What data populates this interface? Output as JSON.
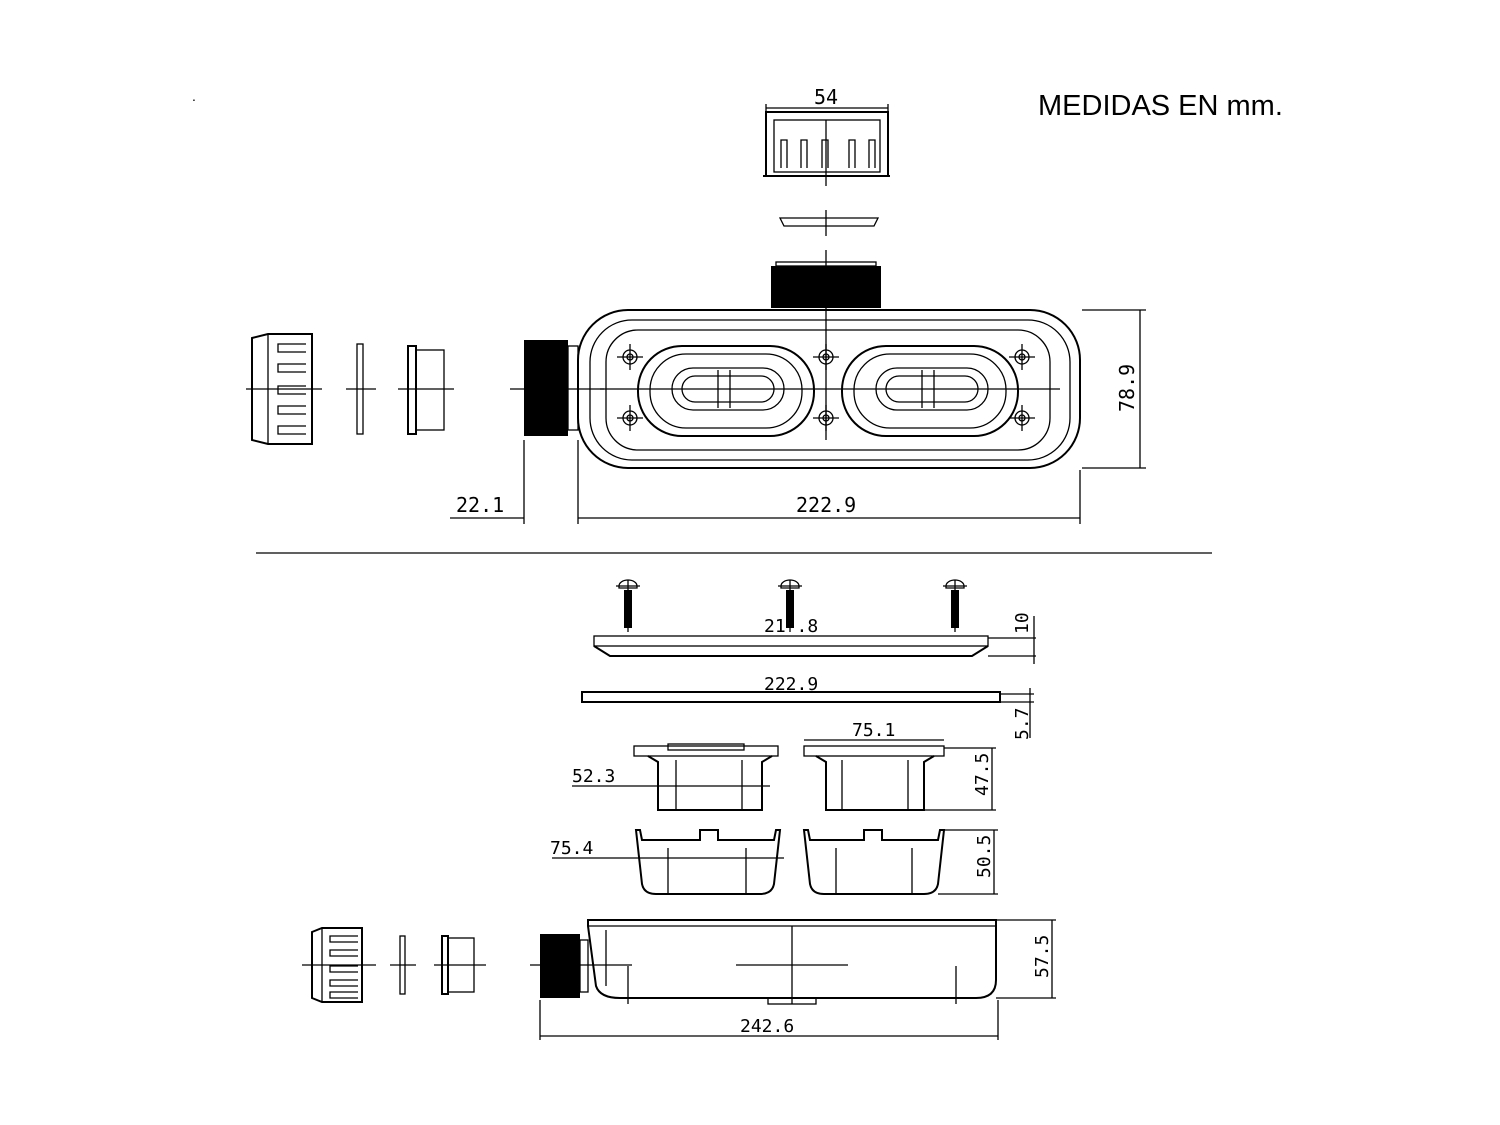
{
  "header": {
    "units_note": "MEDIDAS EN  mm.",
    "corner_mark": "."
  },
  "top_view": {
    "cap_width": "54",
    "body_height": "78.9",
    "thread_length": "22.1",
    "body_length": "222.9"
  },
  "section_view": {
    "top_plate_width": "21 .8",
    "top_plate_thickness": "10",
    "gasket_width": "222.9",
    "gasket_thickness": "5.7",
    "small_cup_width": "52.3",
    "large_cup_width": "75.1",
    "cup_height": "47.5",
    "basket_width": "75.4",
    "basket_height": "50.5",
    "base_height": "57.5",
    "overall_length": "242.6"
  }
}
